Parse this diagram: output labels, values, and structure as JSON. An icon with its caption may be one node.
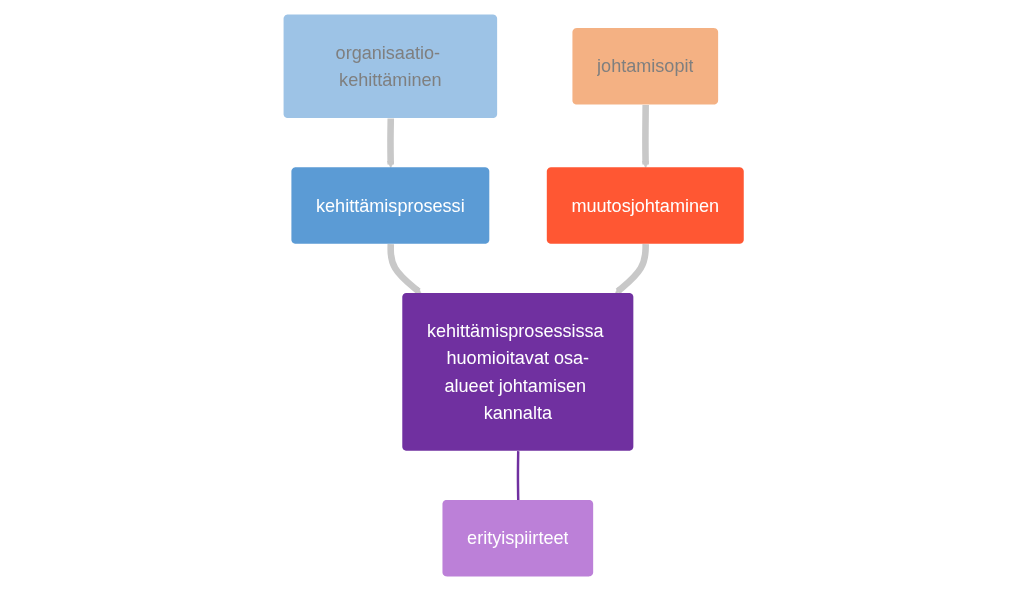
{
  "diagram": {
    "nodes": [
      {
        "text": [
          "organisaatio- kehittäminen"
        ]
      },
      {
        "text": [
          "johtamisopit"
        ]
      },
      {
        "text": [
          "kehittämisprosessi"
        ]
      },
      {
        "text": [
          "muutosjohtaminen"
        ]
      },
      {
        "text": [
          "kehittämisprosessissa huomioitavat osa-alueet johtamisen kannalta"
        ]
      },
      {
        "text": [
          "erityispiirteet"
        ]
      }
    ],
    "edges": [
      {
        "from": 0,
        "to": 2,
        "arrow": "to"
      },
      {
        "from": 1,
        "to": 3,
        "arrow": "to"
      },
      {
        "from": 2,
        "to": 4,
        "arrow": "to"
      },
      {
        "from": 3,
        "to": 4,
        "arrow": "to"
      },
      {
        "from": 4,
        "to": 5,
        "arrow": "none",
        "color": "#7030a0"
      }
    ]
  }
}
